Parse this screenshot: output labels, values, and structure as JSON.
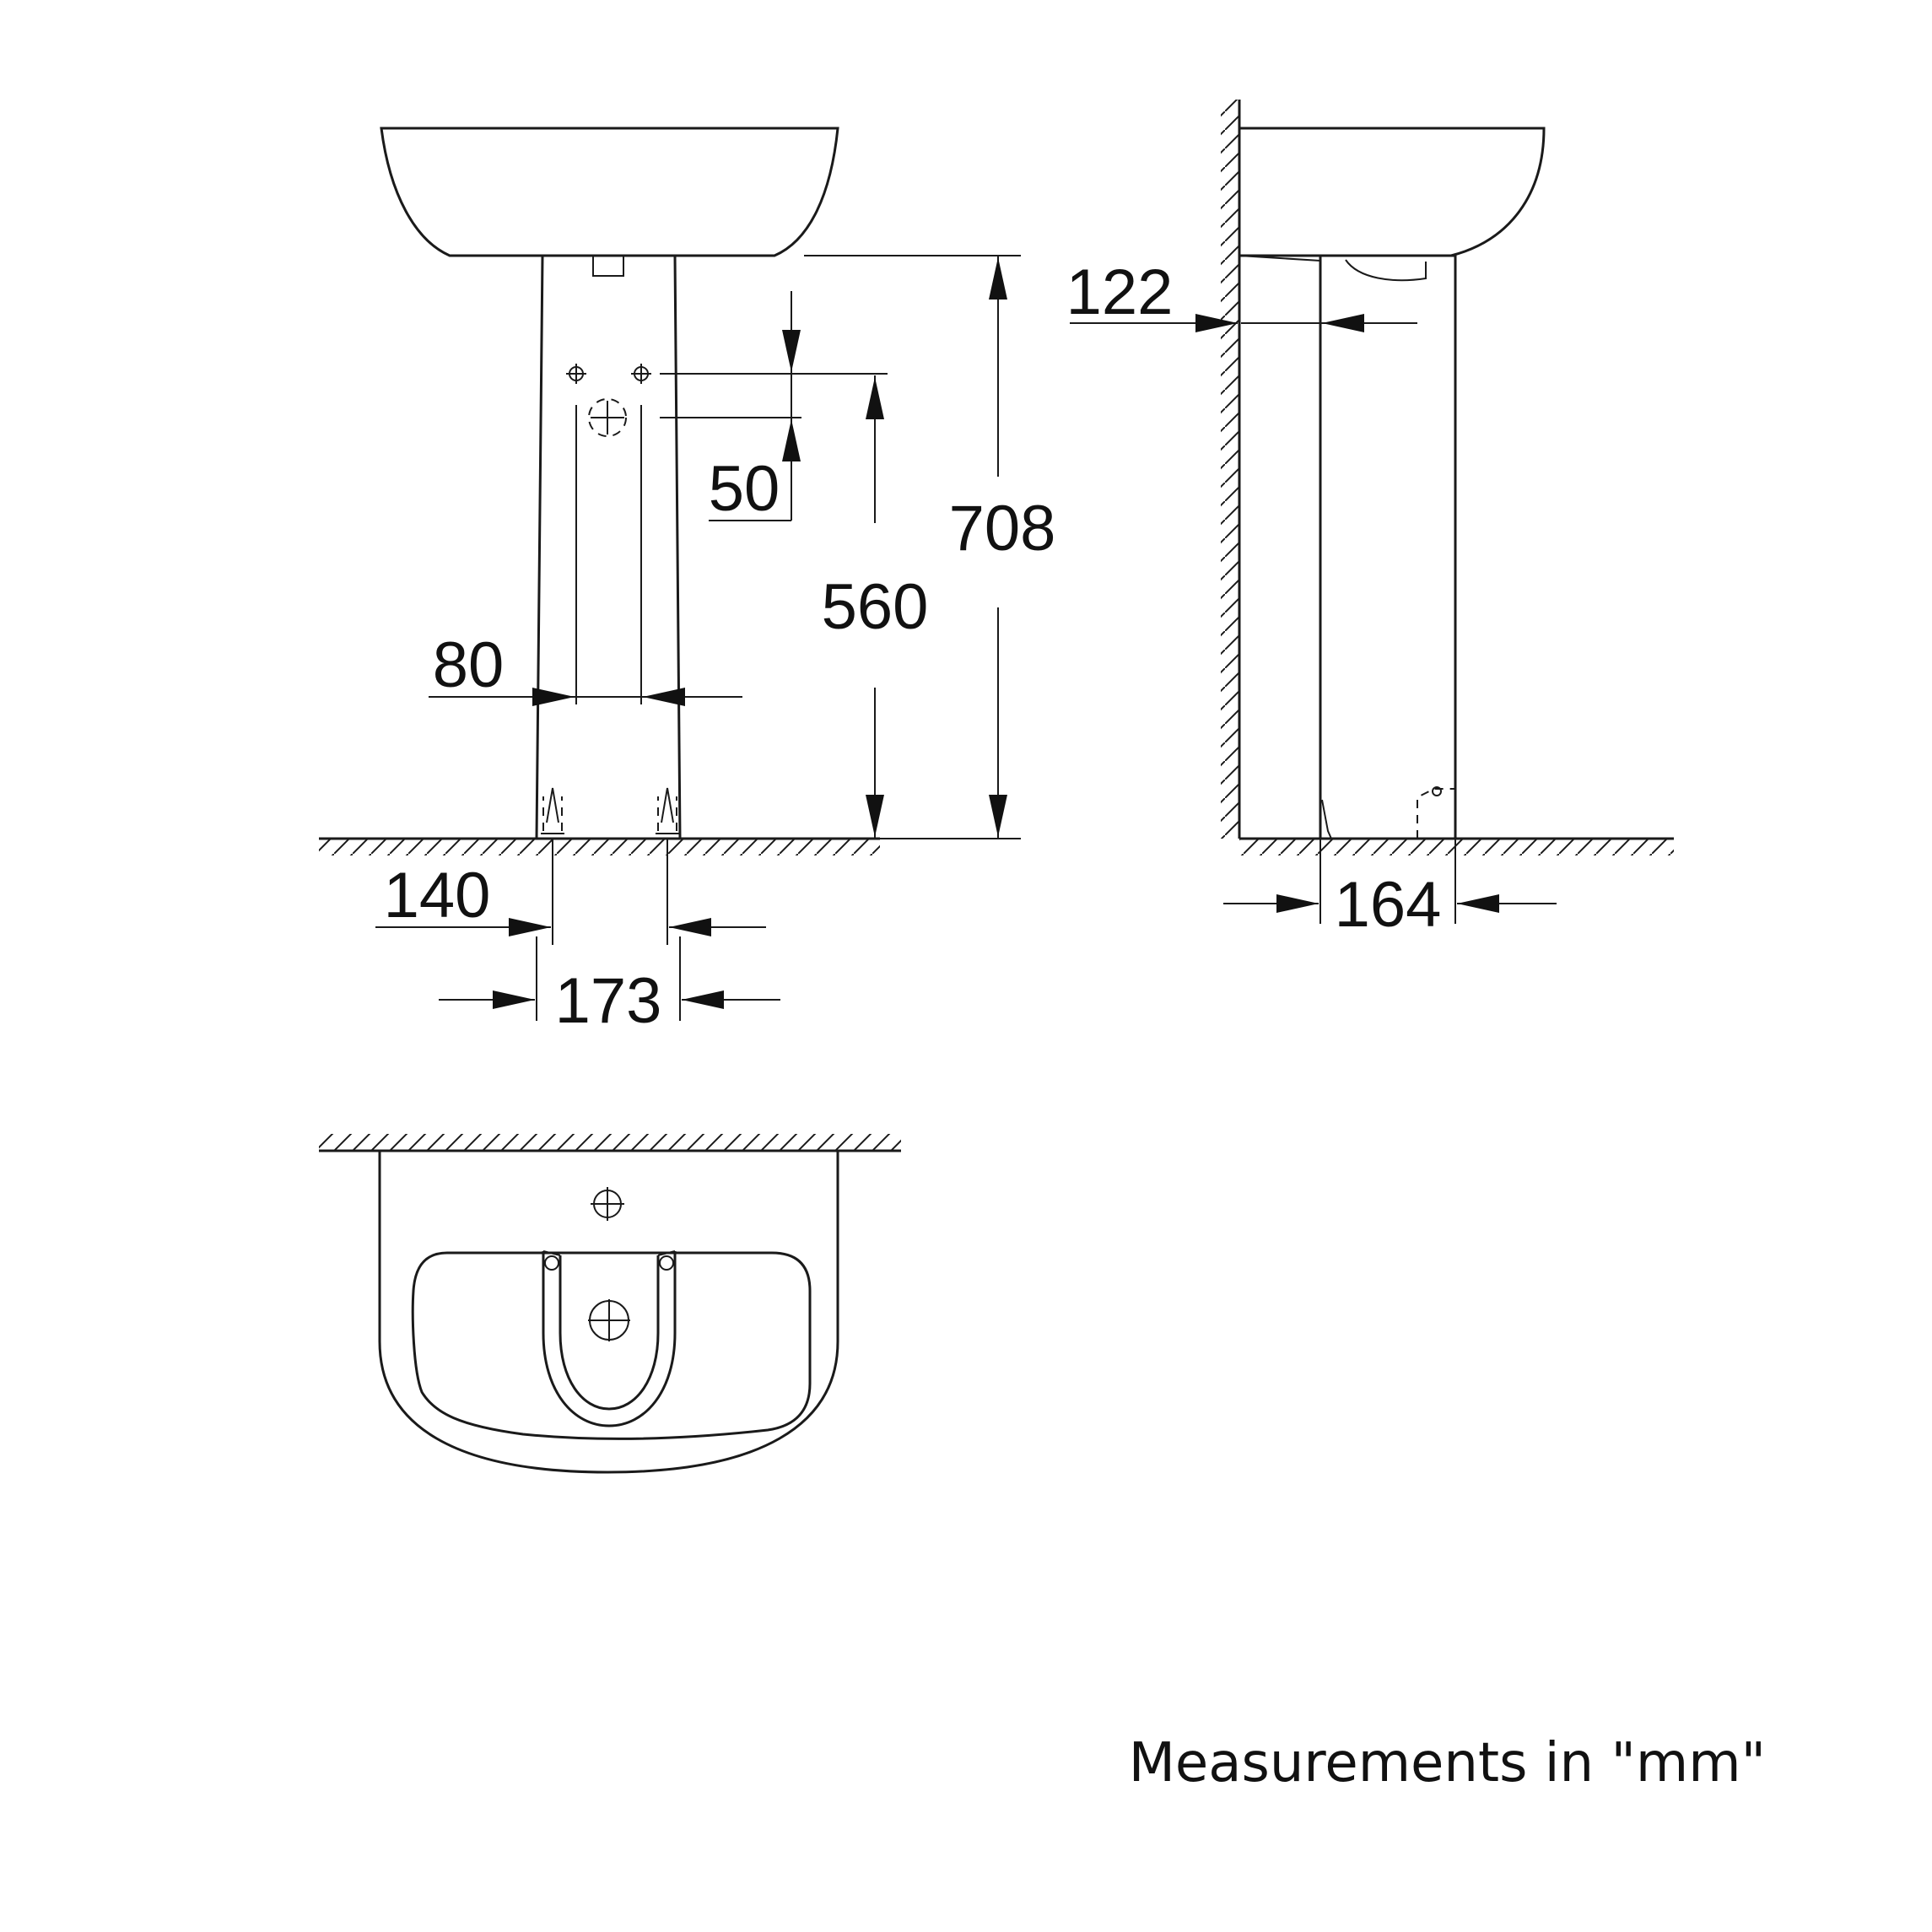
{
  "dimensions": {
    "d708": "708",
    "d560": "560",
    "d50": "50",
    "d80": "80",
    "d140": "140",
    "d173": "173",
    "d122": "122",
    "d164": "164"
  },
  "note": "Measurements in \"mm\"",
  "colors": {
    "line": "#1a1a1a",
    "background": "#ffffff"
  }
}
